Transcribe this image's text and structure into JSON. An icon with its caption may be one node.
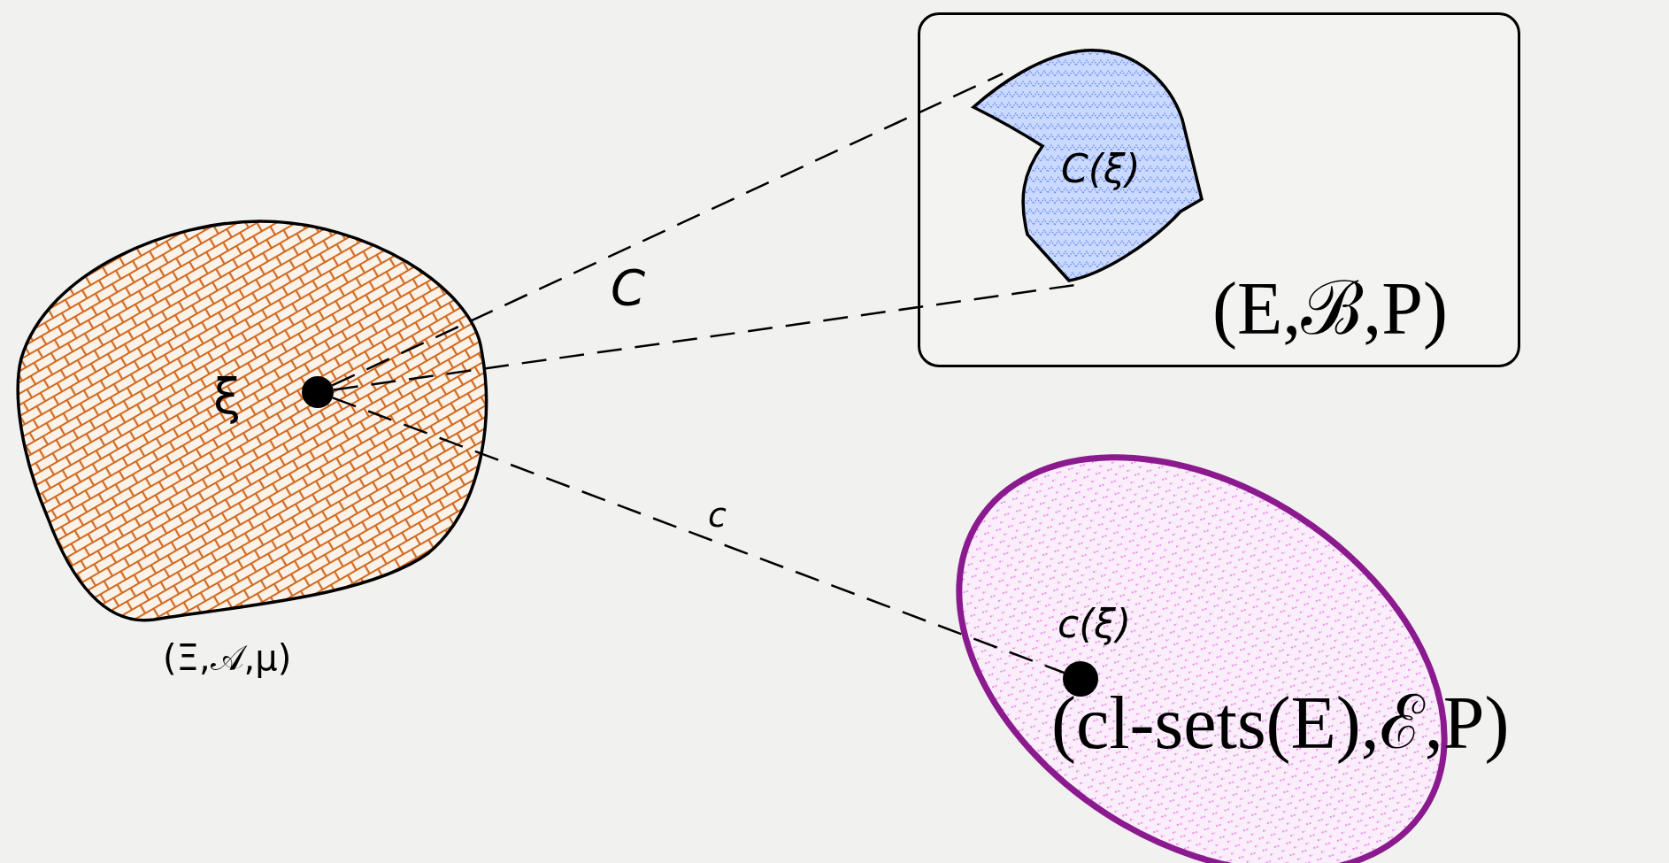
{
  "diagram": {
    "nodes": [
      {
        "text": [
          "(Ξ,𝒜,μ)"
        ]
      },
      {
        "text": [],
        "shape": "circle",
        "beside": [
          "ξ"
        ],
        "in": 0
      },
      {
        "text": [
          "(E,ℬ,P)"
        ]
      },
      {
        "text": [
          "C(ξ)"
        ],
        "in": 2
      },
      {
        "text": [
          "(cl-sets(E),ℰ,P)"
        ]
      },
      {
        "text": [],
        "shape": "circle",
        "beside": [
          "c(ξ)"
        ],
        "in": 4
      }
    ],
    "edges": [
      {
        "from": 1,
        "to": 3,
        "arrow": "none",
        "label": "C",
        "style": "dashed"
      },
      {
        "from": 1,
        "to": 3,
        "arrow": "none",
        "style": "dashed"
      },
      {
        "from": 1,
        "to": 5,
        "arrow": "none",
        "label": "c",
        "style": "dashed"
      }
    ]
  }
}
